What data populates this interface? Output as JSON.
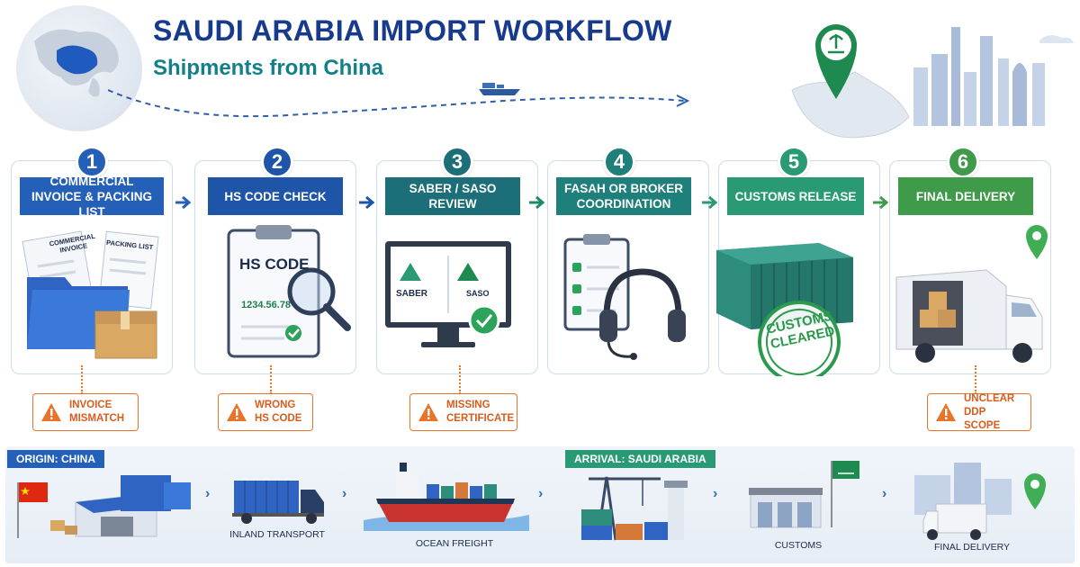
{
  "header": {
    "title": "SAUDI ARABIA IMPORT WORKFLOW",
    "subtitle": "Shipments from China"
  },
  "steps": [
    {
      "number": "1",
      "label": "COMMERCIAL INVOICE & PACKING LIST",
      "color": "#2460b8",
      "doc1": "COMMERCIAL INVOICE",
      "doc2": "PACKING LIST"
    },
    {
      "number": "2",
      "label": "HS CODE CHECK",
      "color": "#1f55a8",
      "clip_title": "HS CODE",
      "clip_value": "1234.56.78"
    },
    {
      "number": "3",
      "label": "SABER / SASO REVIEW",
      "color": "#1c6f78",
      "logo1": "SABER",
      "logo2": "SASO"
    },
    {
      "number": "4",
      "label": "FASAH OR BROKER COORDINATION",
      "color": "#1f7f7a"
    },
    {
      "number": "5",
      "label": "CUSTOMS RELEASE",
      "color": "#2a9a74",
      "stamp": "CUSTOMS CLEARED"
    },
    {
      "number": "6",
      "label": "FINAL DELIVERY",
      "color": "#3f9a4a"
    }
  ],
  "warnings": [
    {
      "line1": "INVOICE",
      "line2": "MISMATCH"
    },
    {
      "line1": "WRONG",
      "line2": "HS CODE"
    },
    {
      "line1": "MISSING",
      "line2": "CERTIFICATE"
    },
    {
      "line1": "UNCLEAR",
      "line2": "DDP SCOPE"
    }
  ],
  "bottom": {
    "origin_tag": "ORIGIN: CHINA",
    "arrival_tag": "ARRIVAL: SAUDI ARABIA",
    "inland": "INLAND TRANSPORT",
    "ocean": "OCEAN FREIGHT",
    "customs": "CUSTOMS",
    "delivery": "FINAL DELIVERY"
  },
  "colors": {
    "title": "#173a8c",
    "subtitle": "#12808a",
    "warning": "#e8742a",
    "origin_tag": "#2460b8",
    "arrival_tag": "#2a9a74"
  },
  "icons": [
    "globe-icon",
    "ship-icon",
    "location-pin-icon",
    "folder-icon",
    "magnifier-icon",
    "monitor-icon",
    "headset-icon",
    "container-icon",
    "truck-icon",
    "warning-icon",
    "flag-icon",
    "crane-icon"
  ]
}
